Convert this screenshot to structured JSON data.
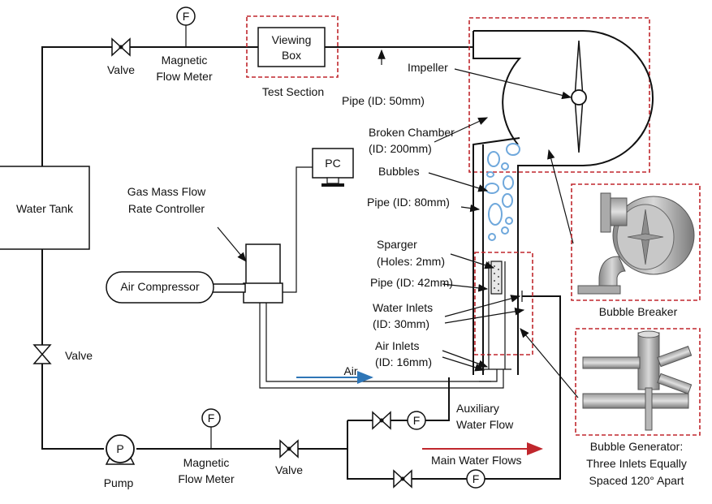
{
  "labels": {
    "valve_top": "Valve",
    "magnetic_flow_meter_top": "Magnetic Flow Meter",
    "viewing_box": "Viewing Box",
    "test_section": "Test Section",
    "pipe_50": "Pipe (ID: 50mm)",
    "impeller": "Impeller",
    "broken_chamber": "Broken Chamber (ID: 200mm)",
    "bubbles": "Bubbles",
    "pipe_80": "Pipe (ID: 80mm)",
    "pc": "PC",
    "water_tank": "Water Tank",
    "gas_mfc": "Gas Mass Flow Rate Controller",
    "air_compressor": "Air Compressor",
    "sparger": "Sparger (Holes: 2mm)",
    "pipe_42": "Pipe (ID: 42mm)",
    "water_inlets": "Water Inlets (ID: 30mm)",
    "air_inlets": "Air Inlets (ID: 16mm)",
    "air": "Air",
    "auxiliary_water_flow": "Auxiliary Water Flow",
    "valve_left": "Valve",
    "pump": "Pump",
    "magnetic_flow_meter_bottom": "Magnetic Flow Meter",
    "valve_bottom": "Valve",
    "main_water_flows": "Main Water Flows",
    "bubble_breaker": "Bubble Breaker",
    "bubble_generator": "Bubble Generator: Three Inlets Equally Spaced 120° Apart",
    "flow_meter_symbol": "F",
    "pump_symbol": "P"
  },
  "colors": {
    "highlight_frame": "#c0272d",
    "air_arrow": "#2e75b6",
    "main_flow_arrow": "#c0272d",
    "bubbles": "#6fa8dc"
  }
}
